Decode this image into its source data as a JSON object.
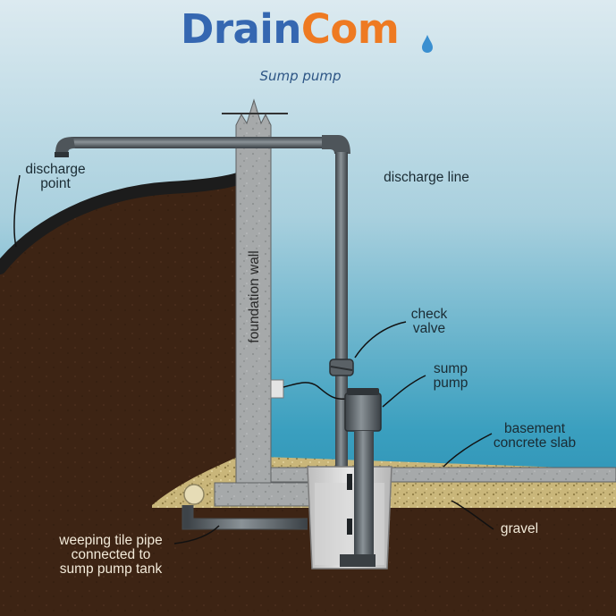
{
  "header": {
    "logo_part1": "Drain",
    "logo_part2": "Com",
    "subtitle": "Sump pump"
  },
  "labels": {
    "discharge_point": "discharge\npoint",
    "discharge_line": "discharge line",
    "foundation_wall": "foundation wall",
    "check_valve": "check\nvalve",
    "sump_pump": "sump\npump",
    "basement_slab": "basement\nconcrete slab",
    "gravel": "gravel",
    "weeping_tile": "weeping tile pipe\nconnected to\nsump pump tank"
  },
  "colors": {
    "brand_blue": "#3567b1",
    "brand_orange": "#ee7a22",
    "soil": "#3d2414",
    "water": "#2b8fb0"
  }
}
